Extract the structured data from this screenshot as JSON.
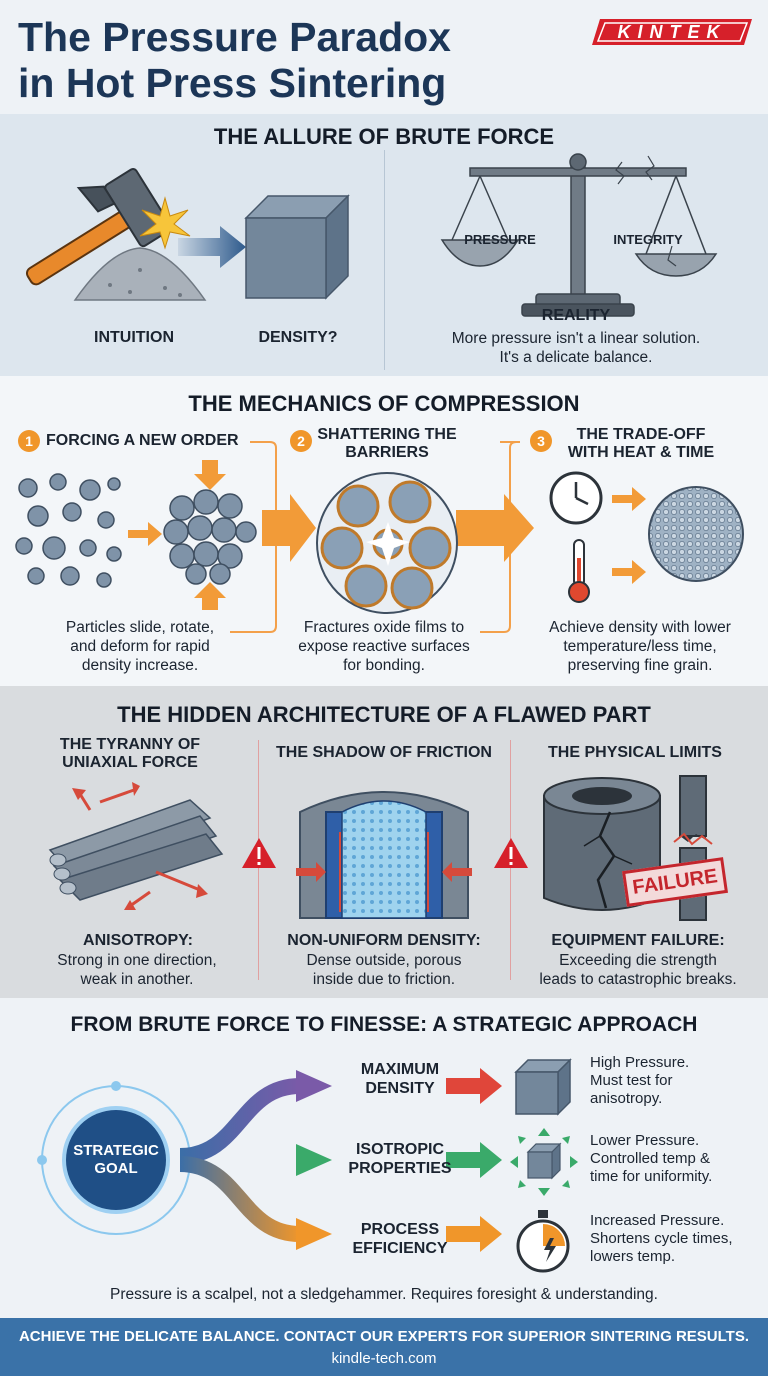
{
  "header": {
    "title_line1": "The Pressure Paradox",
    "title_line2": "in Hot Press Sintering",
    "logo_text": "KINTEK"
  },
  "section1": {
    "title": "THE ALLURE OF BRUTE FORCE",
    "intuition": "INTUITION",
    "density": "DENSITY?",
    "pressure": "PRESSURE",
    "integrity": "INTEGRITY",
    "reality": "REALITY",
    "reality_line1": "More pressure isn't a linear solution.",
    "reality_line2": "It's a delicate balance."
  },
  "section2": {
    "title": "THE MECHANICS OF COMPRESSION",
    "steps": [
      {
        "num": "1",
        "title_line1": "FORCING A NEW ORDER",
        "title_line2": "",
        "desc_line1": "Particles slide, rotate,",
        "desc_line2": "and deform for rapid",
        "desc_line3": "density increase."
      },
      {
        "num": "2",
        "title_line1": "SHATTERING THE",
        "title_line2": "BARRIERS",
        "desc_line1": "Fractures oxide films to",
        "desc_line2": "expose reactive surfaces",
        "desc_line3": "for bonding."
      },
      {
        "num": "3",
        "title_line1": "THE TRADE-OFF",
        "title_line2": "WITH HEAT & TIME",
        "desc_line1": "Achieve density with lower",
        "desc_line2": "temperature/less time,",
        "desc_line3": "preserving fine grain."
      }
    ]
  },
  "section3": {
    "title": "THE HIDDEN ARCHITECTURE OF A FLAWED PART",
    "cols": [
      {
        "title_line1": "THE TYRANNY OF",
        "title_line2": "UNIAXIAL FORCE",
        "head": "ANISOTROPY:",
        "desc_line1": "Strong in one direction,",
        "desc_line2": "weak in another."
      },
      {
        "title_line1": "THE SHADOW OF FRICTION",
        "title_line2": "",
        "head": "NON-UNIFORM DENSITY:",
        "desc_line1": "Dense outside, porous",
        "desc_line2": "inside due to friction."
      },
      {
        "title_line1": "THE PHYSICAL LIMITS",
        "title_line2": "",
        "head": "EQUIPMENT FAILURE:",
        "desc_line1": "Exceeding die strength",
        "desc_line2": "leads to catastrophic breaks."
      }
    ],
    "failure_stamp": "FAILURE"
  },
  "section4": {
    "title": "FROM BRUTE FORCE TO FINESSE: A STRATEGIC APPROACH",
    "goal_line1": "STRATEGIC",
    "goal_line2": "GOAL",
    "paths": [
      {
        "label_line1": "MAXIMUM",
        "label_line2": "DENSITY",
        "desc_line1": "High Pressure.",
        "desc_line2": "Must test for",
        "desc_line3": "anisotropy."
      },
      {
        "label_line1": "ISOTROPIC",
        "label_line2": "PROPERTIES",
        "desc_line1": "Lower Pressure.",
        "desc_line2": "Controlled temp &",
        "desc_line3": "time for uniformity."
      },
      {
        "label_line1": "PROCESS",
        "label_line2": "EFFICIENCY",
        "desc_line1": "Increased Pressure.",
        "desc_line2": "Shortens cycle times,",
        "desc_line3": "lowers temp."
      }
    ],
    "closing": "Pressure is a scalpel, not a sledgehammer. Requires foresight & understanding."
  },
  "footer": {
    "cta": "ACHIEVE THE DELICATE BALANCE. CONTACT OUR EXPERTS FOR SUPERIOR SINTERING RESULTS.",
    "url": "kindle-tech.com"
  },
  "colors": {
    "title": "#1c3657",
    "accent_orange": "#f0962a",
    "brand_red": "#d6202a",
    "footer_blue": "#3a72a8",
    "goal_blue": "#1f4f86"
  }
}
